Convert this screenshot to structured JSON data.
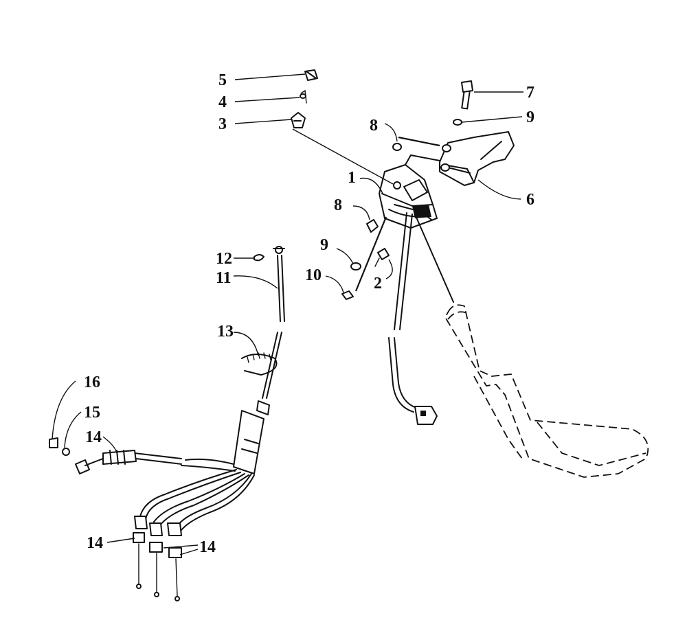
{
  "callouts": {
    "c1": "1",
    "c2": "2",
    "c3": "3",
    "c4": "4",
    "c5": "5",
    "c6": "6",
    "c7": "7",
    "c8a": "8",
    "c8b": "8",
    "c9a": "9",
    "c9b": "9",
    "c10": "10",
    "c11": "11",
    "c12": "12",
    "c13": "13",
    "c14a": "14",
    "c14b": "14",
    "c14c": "14",
    "c15": "15",
    "c16": "16"
  }
}
